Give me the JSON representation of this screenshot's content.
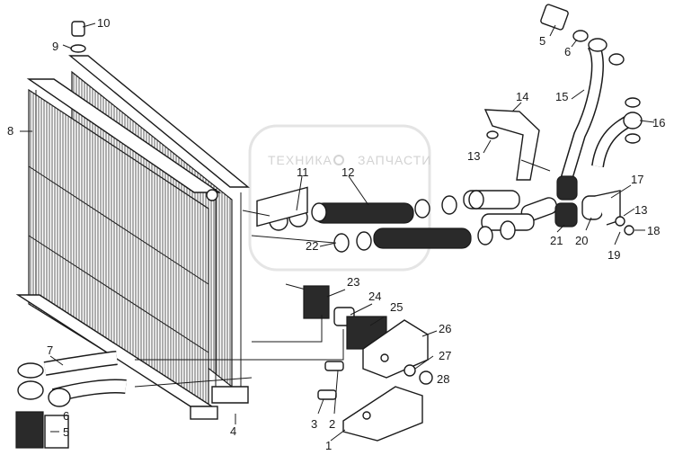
{
  "watermark": {
    "line1": "ТЕХНИКА",
    "line2": "ЗАПЧАСТИ",
    "color": "#cfcfcf"
  },
  "callouts": [
    {
      "id": "c10",
      "text": "10"
    },
    {
      "id": "c9",
      "text": "9"
    },
    {
      "id": "c8",
      "text": "8"
    },
    {
      "id": "c5a",
      "text": "5"
    },
    {
      "id": "c6a",
      "text": "6"
    },
    {
      "id": "c14",
      "text": "14"
    },
    {
      "id": "c15",
      "text": "15"
    },
    {
      "id": "c16",
      "text": "16"
    },
    {
      "id": "c13a",
      "text": "13"
    },
    {
      "id": "c11",
      "text": "11"
    },
    {
      "id": "c12",
      "text": "12"
    },
    {
      "id": "c17",
      "text": "17"
    },
    {
      "id": "c13b",
      "text": "13"
    },
    {
      "id": "c18",
      "text": "18"
    },
    {
      "id": "c19",
      "text": "19"
    },
    {
      "id": "c20",
      "text": "20"
    },
    {
      "id": "c21",
      "text": "21"
    },
    {
      "id": "c22",
      "text": "22"
    },
    {
      "id": "c23",
      "text": "23"
    },
    {
      "id": "c24",
      "text": "24"
    },
    {
      "id": "c25",
      "text": "25"
    },
    {
      "id": "c26",
      "text": "26"
    },
    {
      "id": "c27",
      "text": "27"
    },
    {
      "id": "c28",
      "text": "28"
    },
    {
      "id": "c7",
      "text": "7"
    },
    {
      "id": "c6b",
      "text": "6"
    },
    {
      "id": "c5b",
      "text": "5"
    },
    {
      "id": "c4",
      "text": "4"
    },
    {
      "id": "c3",
      "text": "3"
    },
    {
      "id": "c2",
      "text": "2"
    },
    {
      "id": "c1",
      "text": "1"
    }
  ]
}
